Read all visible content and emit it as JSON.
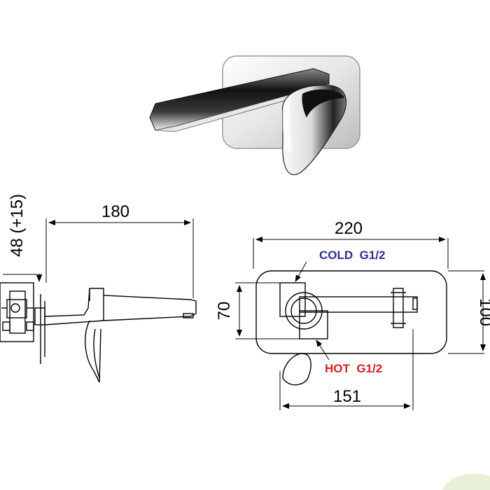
{
  "dimensions": {
    "spout_length": "180",
    "height_offset": "48 (+15)",
    "plate_width": "220",
    "plate_height": "100",
    "inlet_spacing_v": "70",
    "inlet_spacing_h": "151"
  },
  "labels": {
    "cold": "COLD  G1/2",
    "hot": "HOT  G1/2"
  },
  "colors": {
    "cold": "#2b2f8f",
    "hot": "#d42027",
    "line": "#000000",
    "chrome_dark": "#1a1a1a",
    "chrome_light": "#f2f2f2"
  }
}
